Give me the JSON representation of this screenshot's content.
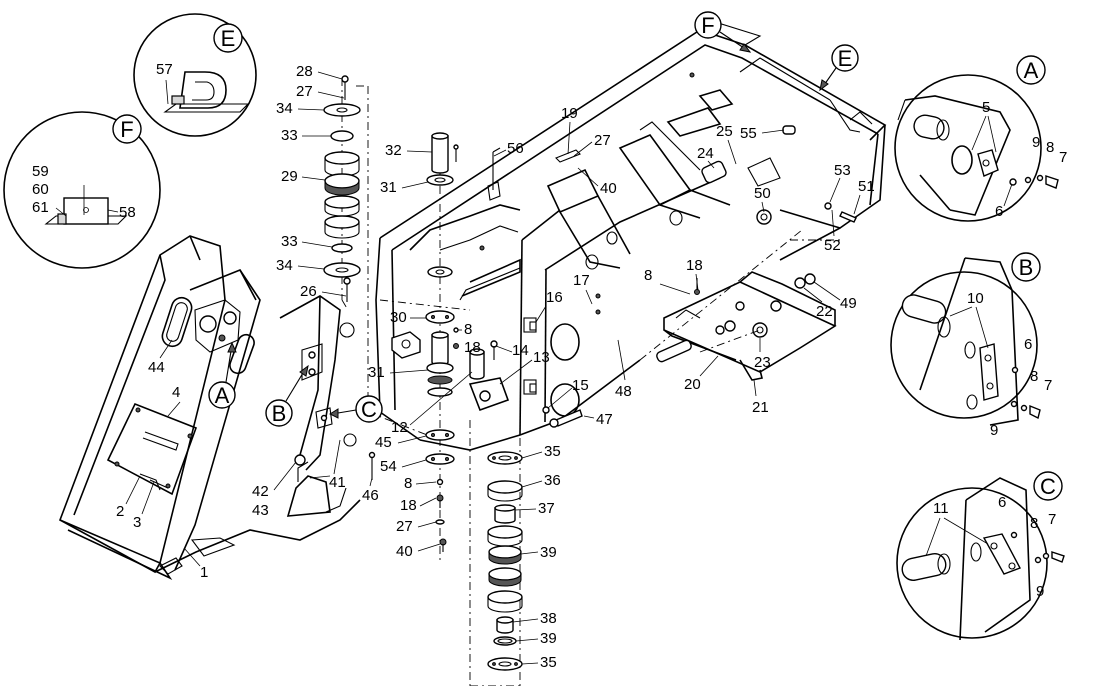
{
  "callouts": {
    "A": "A",
    "B": "B",
    "C": "C",
    "E": "E",
    "F": "F"
  },
  "parts": {
    "p1": "1",
    "p2": "2",
    "p3": "3",
    "p4": "4",
    "p5": "5",
    "p6": "6",
    "p7": "7",
    "p8": "8",
    "p9": "9",
    "p10": "10",
    "p11": "11",
    "p12": "12",
    "p13": "13",
    "p14": "14",
    "p15": "15",
    "p16": "16",
    "p17": "17",
    "p18": "18",
    "p19": "19",
    "p20": "20",
    "p21": "21",
    "p22": "22",
    "p23": "23",
    "p24": "24",
    "p25": "25",
    "p26": "26",
    "p27": "27",
    "p28": "28",
    "p29": "29",
    "p30": "30",
    "p31": "31",
    "p32": "32",
    "p33": "33",
    "p34": "34",
    "p35": "35",
    "p36": "36",
    "p37": "37",
    "p38": "38",
    "p39": "39",
    "p40": "40",
    "p41": "41",
    "p42": "42",
    "p43": "43",
    "p44": "44",
    "p45": "45",
    "p46": "46",
    "p47": "47",
    "p48": "48",
    "p49": "49",
    "p50": "50",
    "p51": "51",
    "p52": "52",
    "p53": "53",
    "p54": "54",
    "p55": "55",
    "p56": "56",
    "p57": "57",
    "p58": "58",
    "p59": "59",
    "p60": "60",
    "p61": "61"
  }
}
